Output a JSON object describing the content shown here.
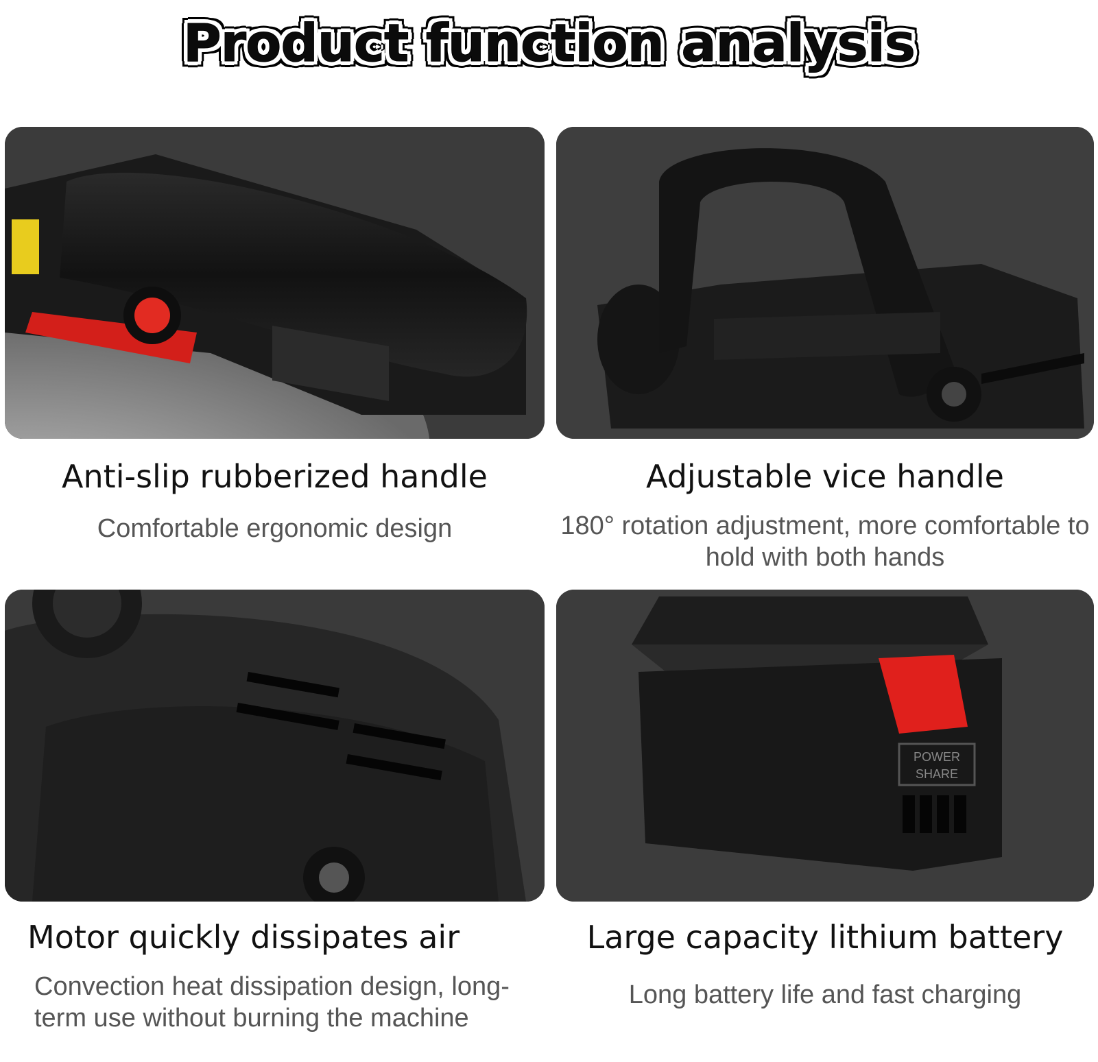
{
  "title": "Product function analysis",
  "features": [
    {
      "title": "Anti-slip rubberized handle",
      "subtitle": "Comfortable ergonomic design"
    },
    {
      "title": "Adjustable vice handle",
      "subtitle": "180° rotation adjustment, more comfortable to hold with both hands"
    },
    {
      "title": "Motor quickly dissipates air",
      "subtitle": "Convection heat dissipation design, long-term use without burning the machine"
    },
    {
      "title": "Large capacity lithium battery",
      "subtitle": "Long battery life and fast charging",
      "battery_label": "POWER SHARE"
    }
  ],
  "colors": {
    "panel_bg": "#3d3d3d",
    "tool_body": "#1c1c1c",
    "accent_red": "#e0201c",
    "caption_text": "#111111",
    "subtitle_text": "#555555"
  }
}
